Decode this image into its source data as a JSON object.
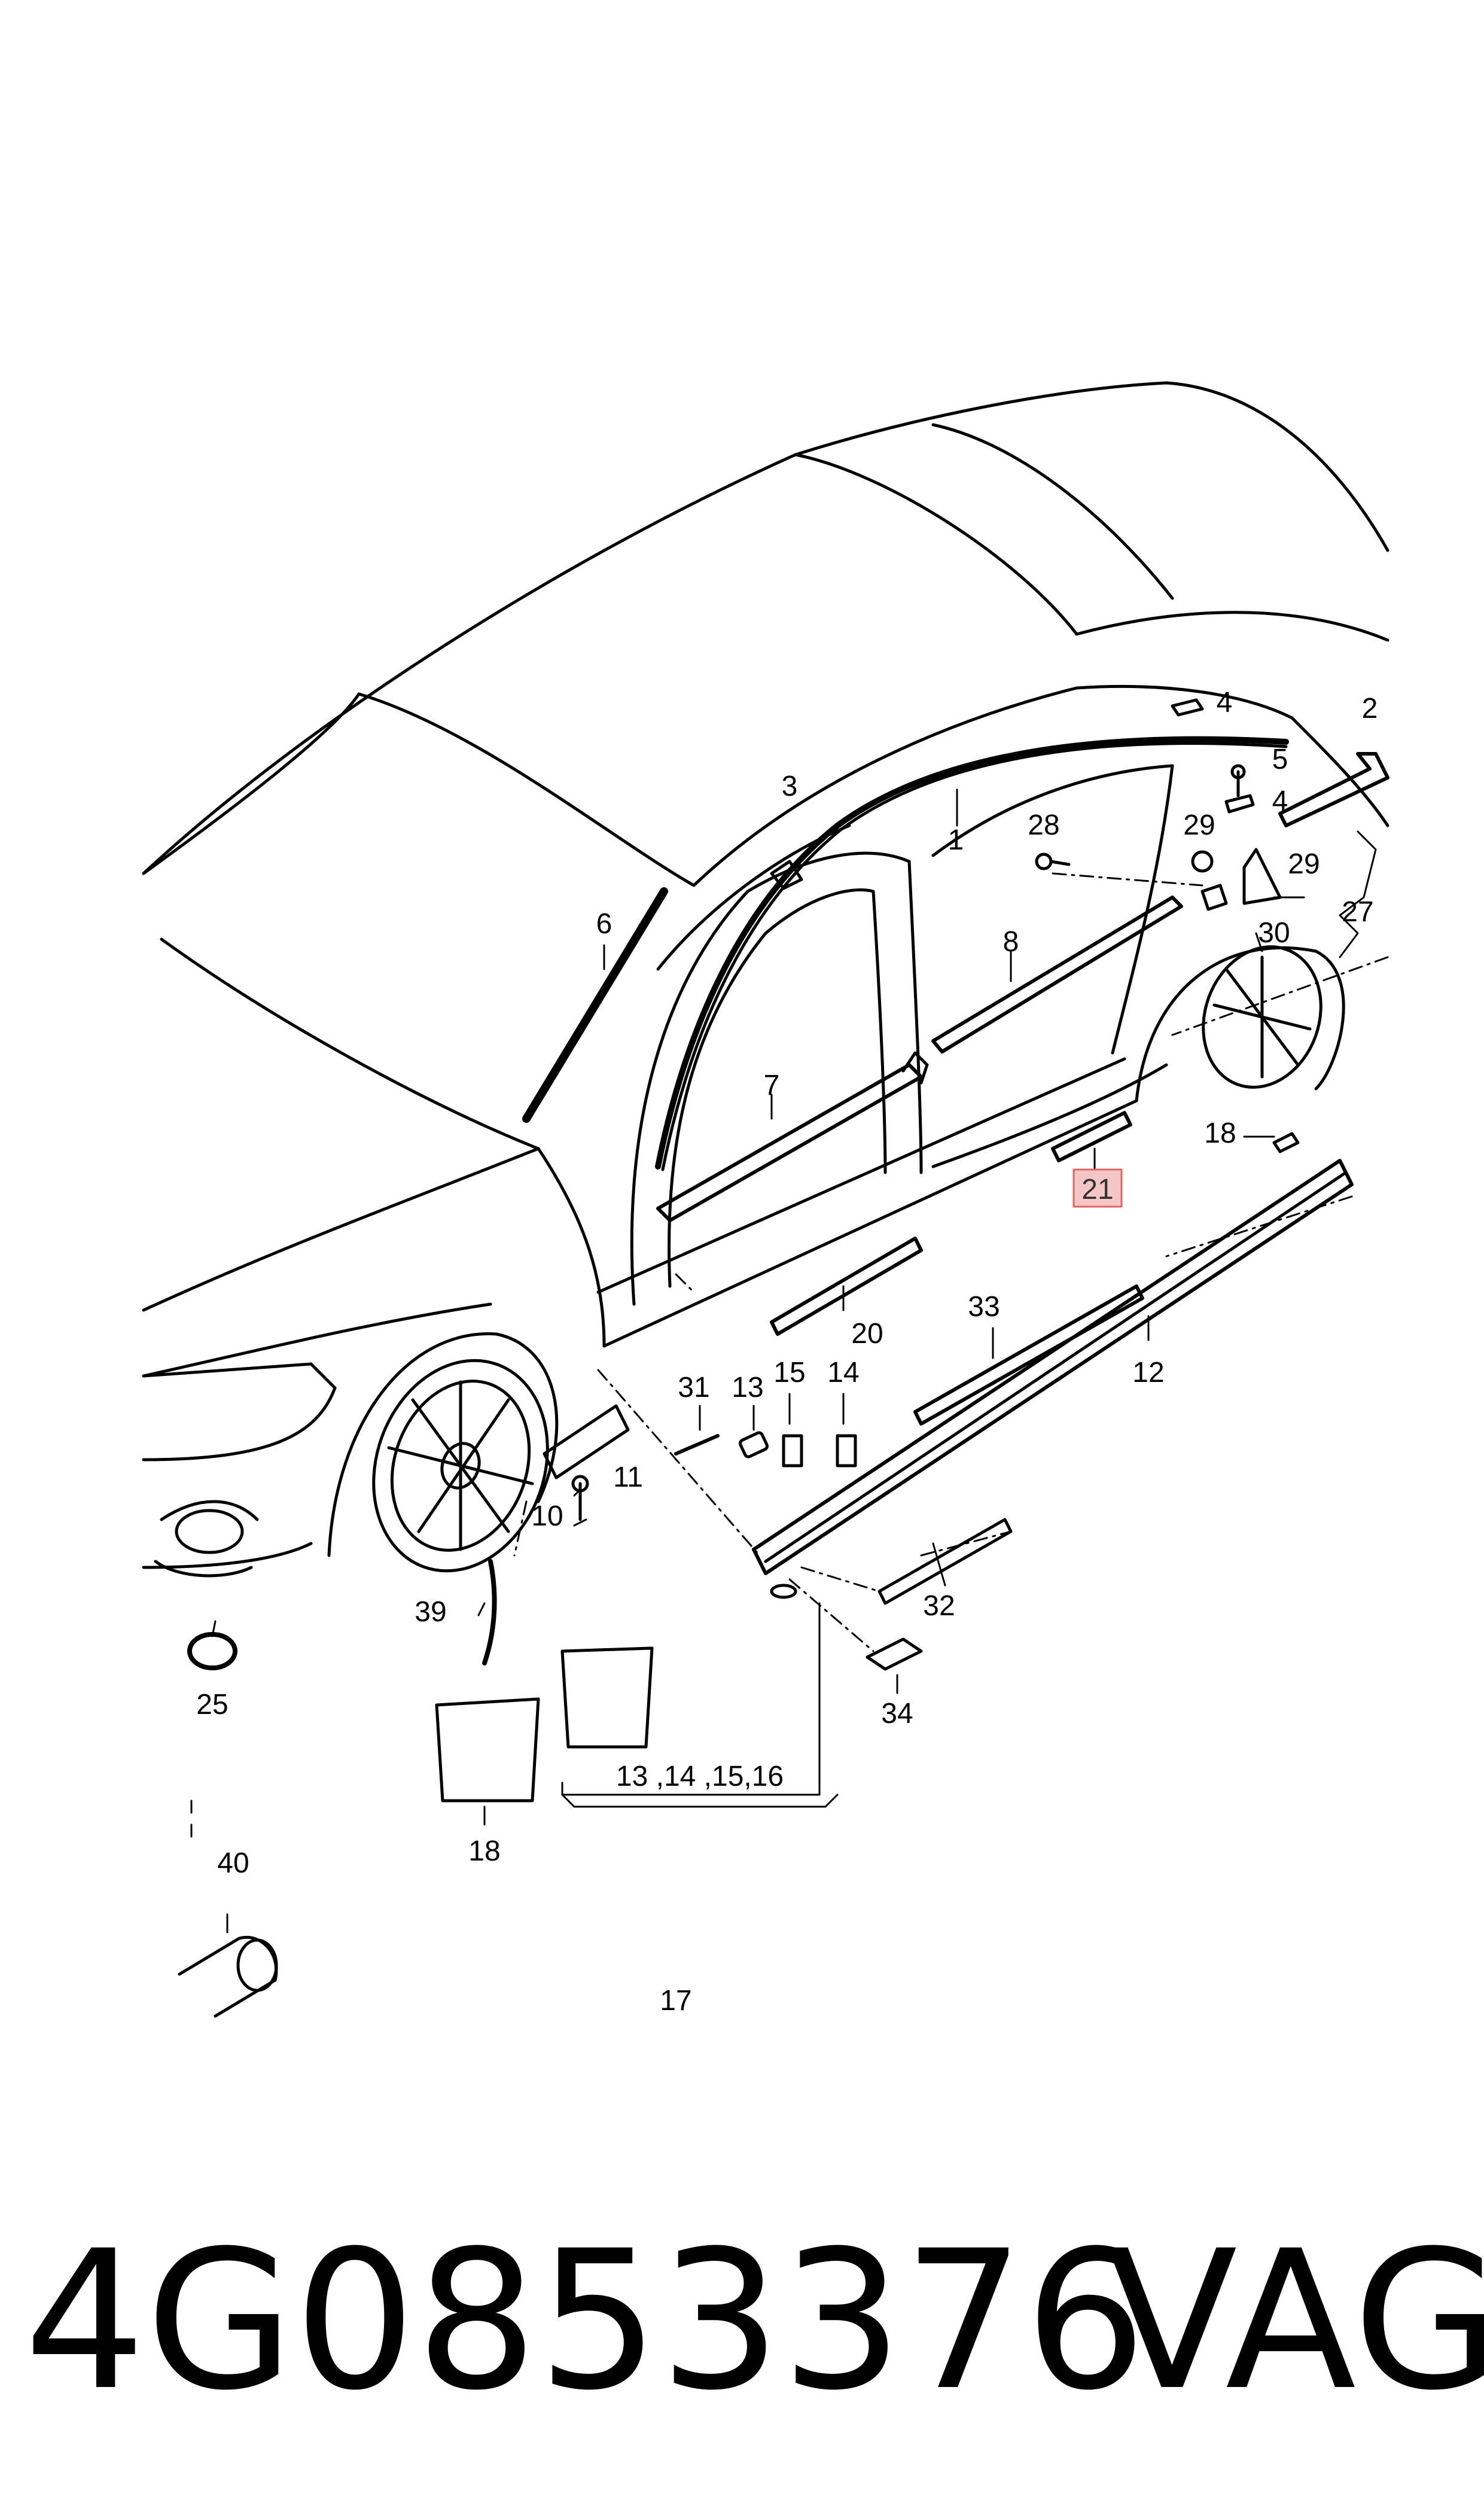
{
  "diagram": {
    "callouts": [
      "1",
      "2",
      "3",
      "4",
      "4",
      "5",
      "6",
      "7",
      "8",
      "10",
      "11",
      "12",
      "13",
      "14",
      "15",
      "16",
      "17",
      "18",
      "18",
      "20",
      "21",
      "25",
      "27",
      "28",
      "29",
      "29",
      "30",
      "31",
      "32",
      "33",
      "34",
      "39",
      "40"
    ],
    "group_label_17": "13 ,14 ,15,16",
    "highlighted_callout": "21",
    "highlight_color": "#f5c6c6",
    "highlight_border": "#e06666"
  },
  "footer": {
    "part_number": "4G0853376",
    "brand": "VAG"
  }
}
